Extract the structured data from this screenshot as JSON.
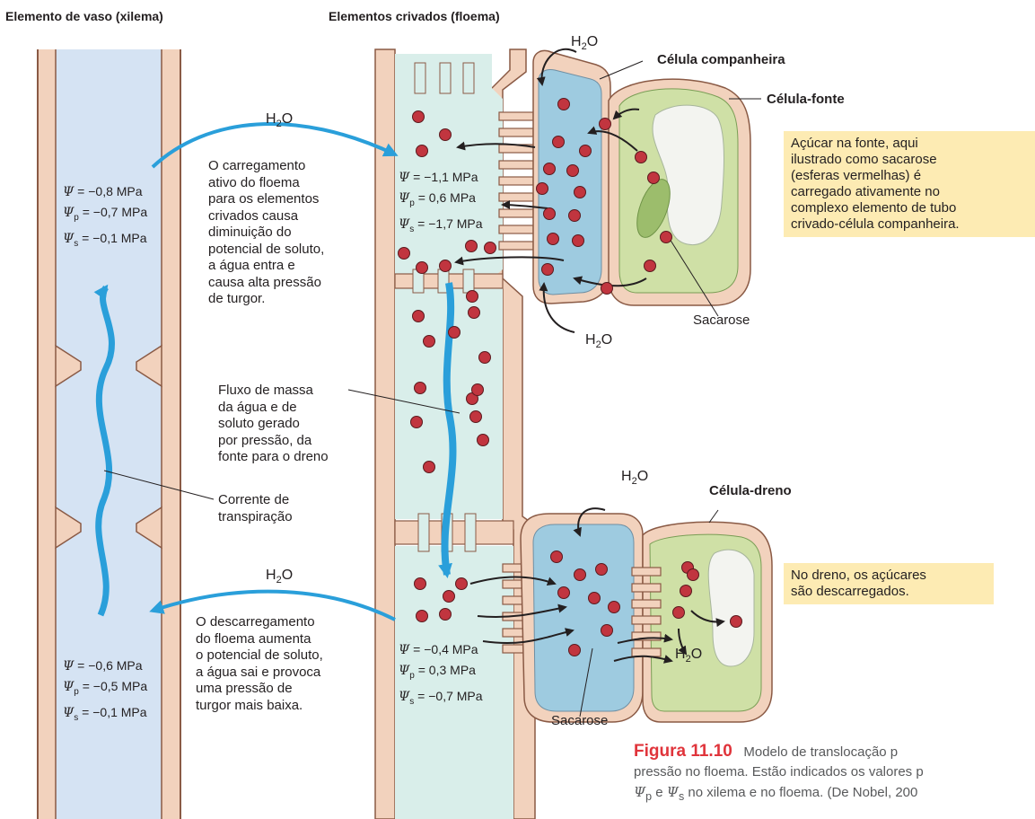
{
  "headers": {
    "xylem": "Elemento de vaso (xilema)",
    "phloem": "Elementos crivados (floema)"
  },
  "labels": {
    "companion_cell": "Célula companheira",
    "source_cell": "Célula-fonte",
    "sink_cell": "Célula-dreno",
    "sucrose_top": "Sacarose",
    "sucrose_bottom": "Sacarose",
    "transpiration": [
      "Corrente de",
      "transpiração"
    ],
    "mass_flow": [
      "Fluxo de massa",
      "da água e de",
      "soluto gerado",
      "por pressão, da",
      "fonte para o dreno"
    ]
  },
  "water": {
    "symbol": "H",
    "sub": "2",
    "tail": "O"
  },
  "loading_text": [
    "O carregamento",
    "ativo do floema",
    "para os elementos",
    "crivados causa",
    "diminuição do",
    "potencial de soluto,",
    "a água entra e",
    "causa alta pressão",
    "de turgor."
  ],
  "unloading_text": [
    "O descarregamento",
    "do floema aumenta",
    "o potencial de soluto,",
    "a água sai e provoca",
    "uma pressão de",
    "turgor mais baixa."
  ],
  "boxes": {
    "source": [
      "Açúcar na fonte, aqui",
      "ilustrado como sacarose",
      "(esferas vermelhas) é",
      "carregado ativamente no",
      "complexo elemento de tubo",
      "crivado-célula companheira."
    ],
    "sink": [
      "No dreno, os açúcares",
      "são descarregados."
    ]
  },
  "values": {
    "symbol": "Ψ",
    "sub_p": "p",
    "sub_s": "s",
    "xylem_top": {
      "psi": "= −0,8 MPa",
      "psi_p": "= −0,7 MPa",
      "psi_s": "= −0,1 MPa"
    },
    "xylem_bottom": {
      "psi": "= −0,6 MPa",
      "psi_p": "= −0,5 MPa",
      "psi_s": "= −0,1 MPa"
    },
    "phloem_top": {
      "psi": "= −1,1 MPa",
      "psi_p": "=  0,6 MPa",
      "psi_s": "= −1,7 MPa"
    },
    "phloem_bottom": {
      "psi": "= −0,4 MPa",
      "psi_p": "=  0,3 MPa",
      "psi_s": "= −0,7 MPa"
    }
  },
  "caption": {
    "figure": "Figura 11.10",
    "line1": "Modelo de translocação p",
    "line2": "pressão no floema. Estão indicados os valores p",
    "line3_prefix": "Ψ",
    "line3_sub1": "p",
    "line3_mid": " e ",
    "line3_sub2": "s",
    "line3_rest": " no xilema e no floema. (De Nobel, 200"
  },
  "colors": {
    "wall": "#f2d2bd",
    "outline": "#8a5a45",
    "xylem_fill": "#d5e3f3",
    "phloem_fill": "#d9eeea",
    "companion_fill": "#9ecbe0",
    "source_fill": "#cfe0a6",
    "vacuole": "#f3f4f0",
    "chloroplast": "#9cbd6c",
    "sucrose": "#c1353f",
    "arrow_blue": "#2a9fda",
    "box": "#fdebb3",
    "caption_red": "#e0343b"
  }
}
